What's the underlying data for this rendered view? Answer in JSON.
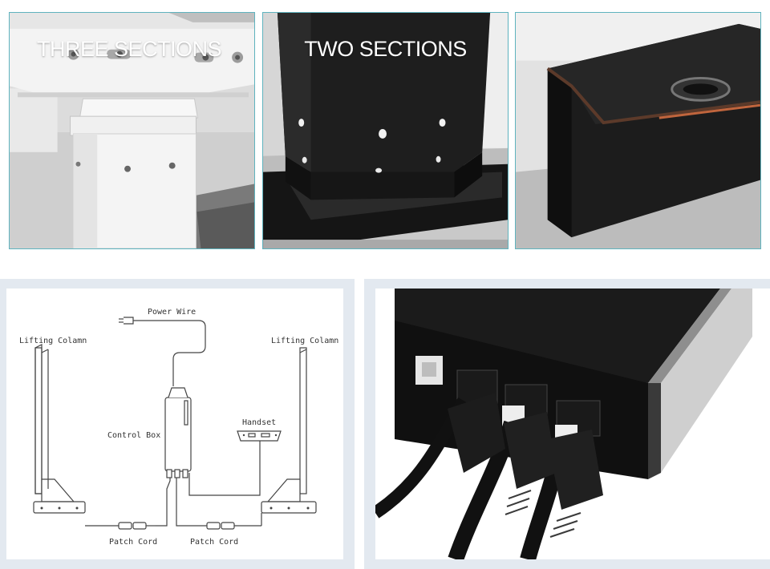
{
  "top_row": {
    "panel_1": {
      "caption": "THREE SECTIONS",
      "photo": "white-desk-leg-three-sections"
    },
    "panel_2": {
      "caption": "TWO SECTIONS",
      "photo": "black-desk-leg-two-sections"
    },
    "panel_3": {
      "photo": "black-desk-leg-foot-closeup"
    }
  },
  "diagram": {
    "power_wire": "Power Wire",
    "lifting_column_left": "Lifting Colamn",
    "lifting_column_right": "Lifting Colamn",
    "handset": "Handset",
    "control_box": "Control Box",
    "patch_cord_left": "Patch Cord",
    "patch_cord_right": "Patch Cord"
  },
  "bottom_right": {
    "photo": "control-box-with-connected-cables"
  },
  "colors": {
    "panel_border": "#5fb3be",
    "frame_bg": "#e3e9f0",
    "caption_text": "#ffffff"
  }
}
